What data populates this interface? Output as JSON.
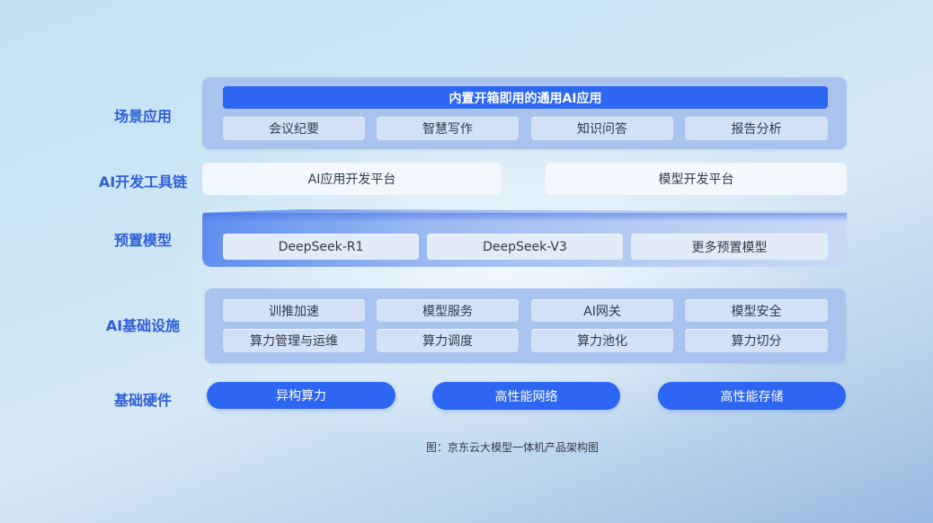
{
  "layers": {
    "scenario": {
      "label": "场景应用",
      "banner": "内置开箱即用的通用AI应用",
      "items": [
        "会议纪要",
        "智慧写作",
        "知识问答",
        "报告分析"
      ]
    },
    "toolchain": {
      "label": "AI开发工具链",
      "items": [
        "AI应用开发平台",
        "模型开发平台"
      ]
    },
    "models": {
      "label": "预置模型",
      "items": [
        "DeepSeek-R1",
        "DeepSeek-V3",
        "更多预置模型"
      ]
    },
    "infrastructure": {
      "label": "AI基础设施",
      "row1": [
        "训推加速",
        "模型服务",
        "AI网关",
        "模型安全"
      ],
      "row2": [
        "算力管理与运维",
        "算力调度",
        "算力池化",
        "算力切分"
      ]
    },
    "hardware": {
      "label": "基础硬件",
      "items": [
        "异构算力",
        "高性能网络",
        "高性能存储"
      ]
    }
  },
  "caption": "图：京东云大模型一体机产品架构图",
  "colors": {
    "accent": "#2d66f3",
    "label": "#2f5fd6",
    "panel": "#a9c3ee",
    "tile": "#d3e0f6"
  }
}
